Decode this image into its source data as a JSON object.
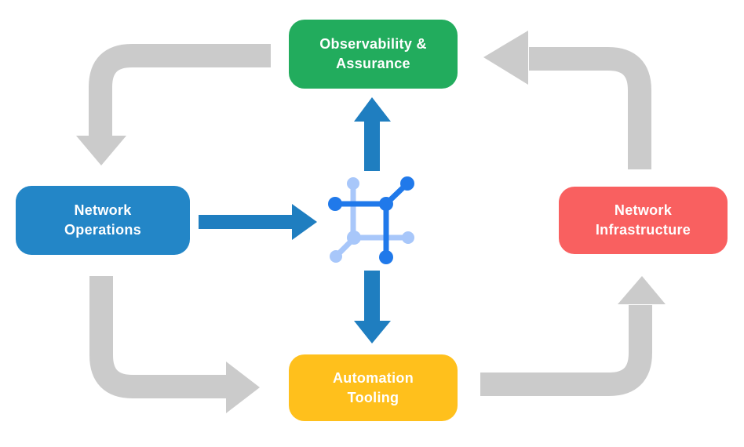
{
  "diagram": {
    "type": "cyclical-flow",
    "center_icon": "network-mesh-icon"
  },
  "nodes": [
    {
      "id": "observability",
      "label": "Observability &\nAssurance",
      "color": "#22AC5D",
      "position": "top"
    },
    {
      "id": "operations",
      "label": "Network\nOperations",
      "color": "#2386C7",
      "position": "left"
    },
    {
      "id": "infrastructure",
      "label": "Network\nInfrastructure",
      "color": "#F96060",
      "position": "right"
    },
    {
      "id": "automation",
      "label": "Automation\nTooling",
      "color": "#FFC01C",
      "position": "bottom"
    }
  ],
  "flows": {
    "cycle": [
      {
        "from": "observability",
        "to": "operations"
      },
      {
        "from": "operations",
        "to": "automation"
      },
      {
        "from": "automation",
        "to": "infrastructure"
      },
      {
        "from": "infrastructure",
        "to": "observability"
      }
    ],
    "core": [
      {
        "from": "operations",
        "to": "core"
      },
      {
        "from": "core",
        "to": "observability"
      },
      {
        "from": "core",
        "to": "automation"
      }
    ]
  },
  "colors": {
    "arrow_gray": "#CBCBCB",
    "arrow_blue": "#1F7EC0",
    "icon_light": "#A8C7FA",
    "icon_dark": "#2079EA",
    "background": "#FFFFFF",
    "node_text": "#FFFFFF"
  }
}
